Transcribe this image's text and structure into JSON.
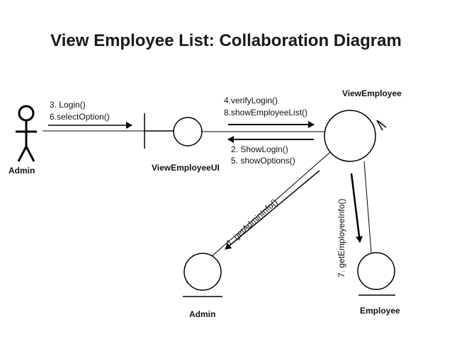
{
  "title": "View Employee List: Collaboration Diagram",
  "actors": {
    "admin_actor": "Admin"
  },
  "objects": {
    "view_employee_ui": "ViewEmployeeUI",
    "view_employee": "ViewEmployee",
    "admin_entity": "Admin",
    "employee_entity": "Employee"
  },
  "messages": {
    "actor_to_ui": [
      "3. Login()",
      "6.selectOption()"
    ],
    "ui_to_controller": [
      "4.verifyLogin()",
      "8.showEmployeeList()"
    ],
    "controller_to_ui": [
      "2. ShowLogin()",
      "5. showOptions()"
    ],
    "controller_to_admin": "1. getAdminInfo()",
    "controller_to_employee": "7. getEmployeeInfo()"
  }
}
